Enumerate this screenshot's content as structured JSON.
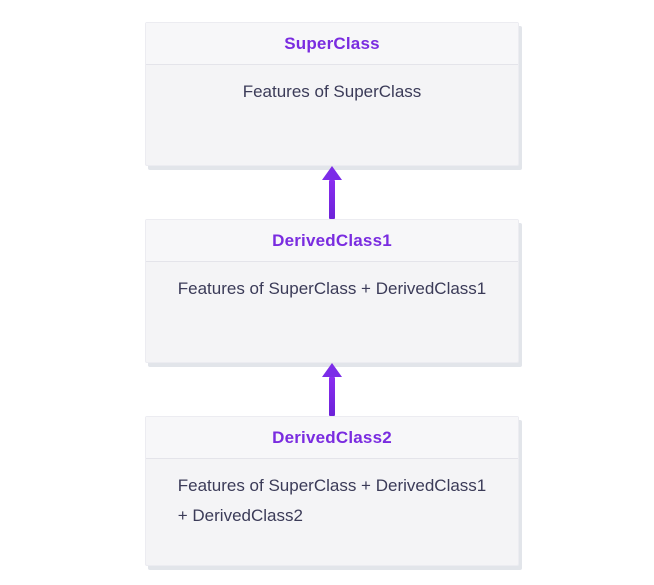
{
  "diagram": {
    "kind": "multilevel-inheritance-class-diagram",
    "colors": {
      "accent_purple": "#7a2ce0",
      "arrow_purple": "#7c2ce8",
      "body_text": "#3b3b58",
      "box_background": "#f4f4f6",
      "box_border": "#ececf1"
    },
    "boxes": [
      {
        "name": "SuperClass",
        "body_lines": [
          "Features of SuperClass"
        ]
      },
      {
        "name": "DerivedClass1",
        "body_lines": [
          "Features of SuperClass + DerivedClass1"
        ]
      },
      {
        "name": "DerivedClass2",
        "body_lines": [
          "Features of SuperClass + DerivedClass1",
          "+ DerivedClass2"
        ]
      }
    ],
    "arrows": [
      {
        "icon": "up-arrow",
        "from": "DerivedClass1",
        "to": "SuperClass"
      },
      {
        "icon": "up-arrow",
        "from": "DerivedClass2",
        "to": "DerivedClass1"
      }
    ]
  }
}
